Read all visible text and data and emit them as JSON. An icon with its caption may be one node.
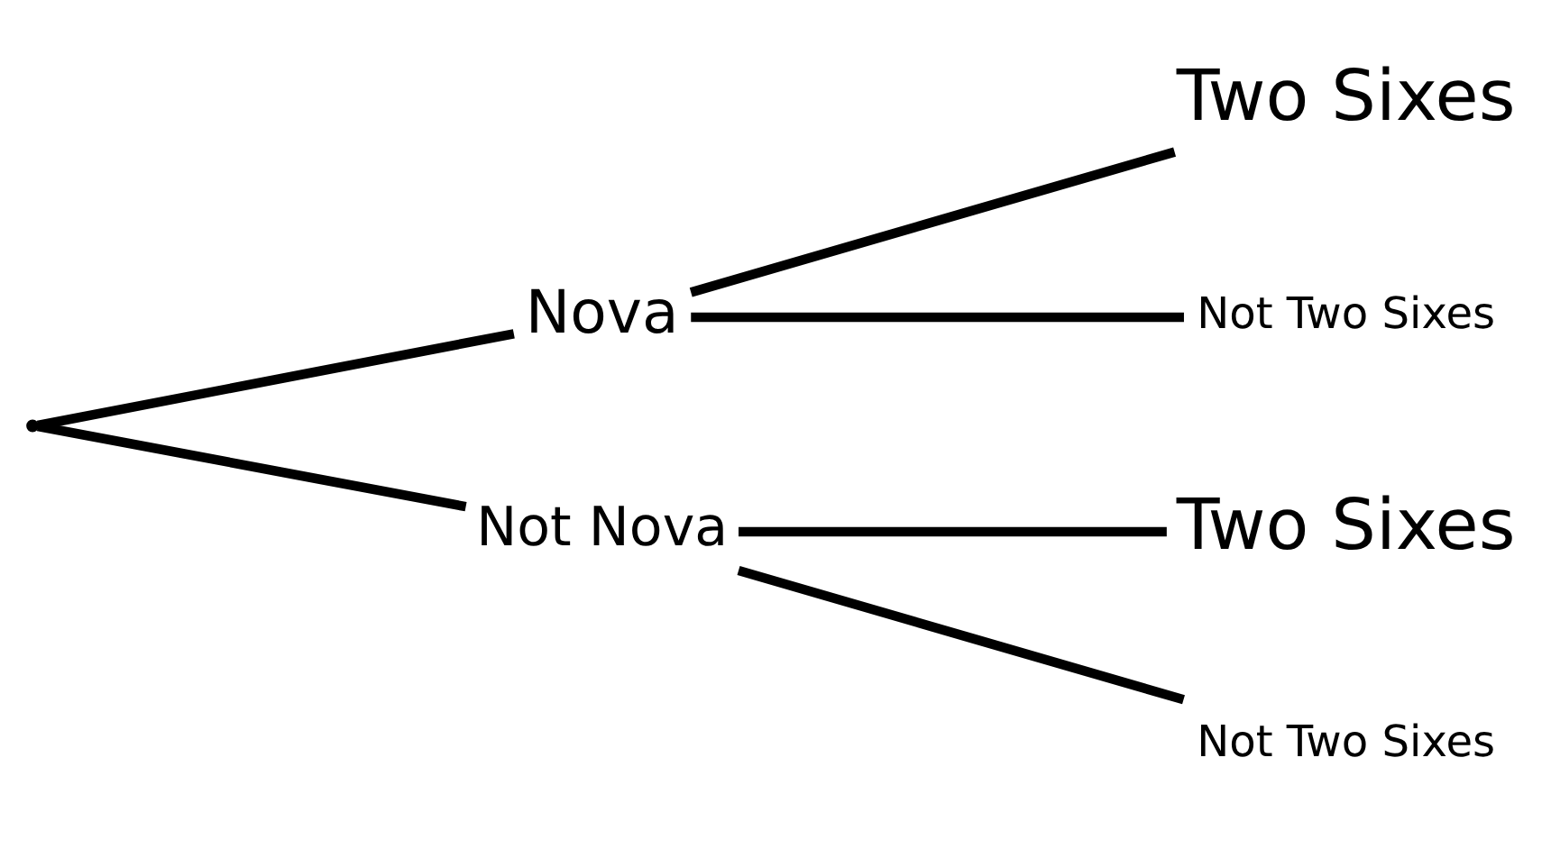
{
  "diagram": {
    "nodes": [
      {
        "text": [],
        "shape": "point"
      },
      {
        "text": [
          "Nova"
        ]
      },
      {
        "text": [
          "Not Nova"
        ]
      },
      {
        "text": [
          "Two Sixes"
        ]
      },
      {
        "text": [
          "Not Two Sixes"
        ]
      },
      {
        "text": [
          "Two Sixes"
        ]
      },
      {
        "text": [
          "Not Two Sixes"
        ]
      }
    ],
    "edges": [
      {
        "from": 0,
        "to": 1,
        "arrow": "none"
      },
      {
        "from": 0,
        "to": 2,
        "arrow": "none"
      },
      {
        "from": 1,
        "to": 3,
        "arrow": "none"
      },
      {
        "from": 1,
        "to": 4,
        "arrow": "none"
      },
      {
        "from": 2,
        "to": 5,
        "arrow": "none"
      },
      {
        "from": 2,
        "to": 6,
        "arrow": "none"
      }
    ]
  }
}
